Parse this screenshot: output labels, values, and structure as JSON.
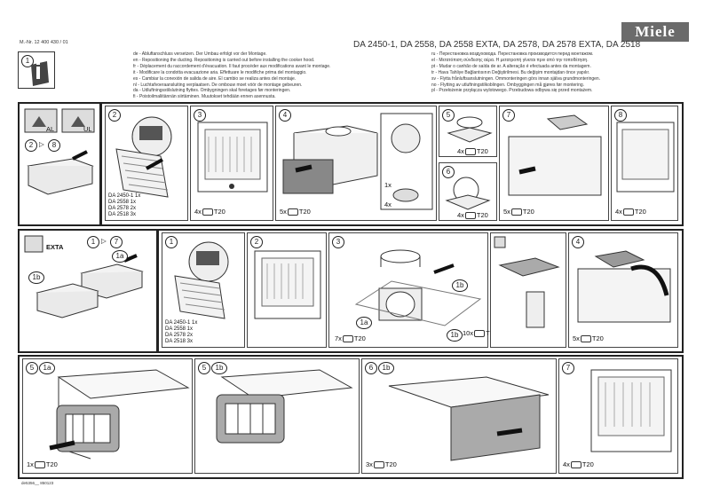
{
  "brand": "Miele",
  "doc_number": "M.-Nr. 12 400 430 / 01",
  "title": "DA 2450-1, DA 2558, DA 2558 EXTA, DA 2578, DA 2578 EXTA, DA 2518",
  "languages_left": [
    "de - Abluftanschluss versetzen. Der Umbau erfolgt vor der Montage.",
    "en - Repositioning the ducting. Repositioning is carried out before installing the cooker hood.",
    "fr - Déplacement du raccordement d'évacuation. Il faut procéder aux modifications avant le montage.",
    "it - Modificare la condotta evacuazione aria. Effettuare le modifiche prima del montaggio.",
    "es - Cambiar la conexión de salida de aire. El cambio se realiza antes del montaje.",
    "nl - Luchtafvoeraansluiting verplaatsen. De ombouw moet vóór de montage gebeuren.",
    "da - Udluftningsstilslutning flyttes. Ombygningen skal foretages før monteringen.",
    "fi - Poistoilmaliitännän siirtäminen. Muutokset tehdään ennen asennusta."
  ],
  "languages_right": [
    "ru - Перестановка воздуховода. Перестановка производится перед монтажом.",
    "el - Μετατόπιση σύνδεσης αέρα. Η μετατροπή γίνεται πριν από την τοποθέτηση.",
    "pt - Mudar o canhão de saída de ar. A alteração é efectuada antes da montagem.",
    "tr - Hava Tahliye Bağlantısının Değiştirilmesi. Bu değişim montajdan önce yapılır.",
    "sv - Flytta frånluftsanslutningen. Ommonteringen görs innan själva grundmonteringen.",
    "no - Flytting av utluftningstilkoblingen. Ombyggingen må gjøres før montering.",
    "pl - Przełożenie przyłącza wylotowego. Przebudowa odbywa się przed montażem."
  ],
  "row1": {
    "labels": [
      "AL",
      "UL"
    ],
    "goto_from": "2",
    "goto_to": "8",
    "steps": [
      "2",
      "3",
      "4",
      "5",
      "6",
      "7",
      "8"
    ],
    "step2_models": "DA 2450-1 1x\nDA 2558 1x\nDA 2578 2x\nDA 2518 3x",
    "screws": [
      "4x",
      "5x",
      "1x",
      "4x",
      "4x",
      "4x",
      "5x",
      "4x"
    ],
    "torx": "T20"
  },
  "row2": {
    "exta": "EXTA",
    "goto_from": "1",
    "goto_to": "7",
    "variant_a": "1a",
    "variant_b": "1b",
    "steps": [
      "1",
      "2",
      "3",
      "4"
    ],
    "step1_models": "DA 2450-1 1x\nDA 2558 1x\nDA 2578 2x\nDA 2518 3x",
    "screws": [
      "7x",
      "10x",
      "5x"
    ],
    "torx": "T20"
  },
  "row3": {
    "steps": [
      {
        "n": "5",
        "v": "1a"
      },
      {
        "n": "5",
        "v": "1b"
      },
      {
        "n": "6",
        "v": "1b"
      },
      {
        "n": "7",
        "v": ""
      }
    ],
    "screws": [
      "1x",
      "3x",
      "4x"
    ],
    "torx": "T20"
  },
  "footer": "de5356__ 850123"
}
